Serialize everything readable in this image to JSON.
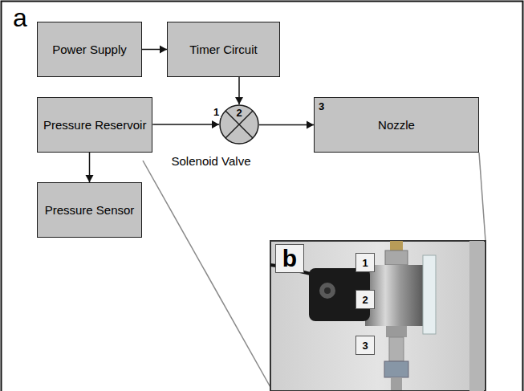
{
  "diagram": {
    "nodes": [
      {
        "text": [
          "Power Supply"
        ]
      },
      {
        "text": [
          "Timer Circuit"
        ]
      },
      {
        "text": [
          "Pressure Reservoir"
        ]
      },
      {
        "text": [
          "2",
          "Solenoid Valve"
        ]
      },
      {
        "text": [
          "3",
          "Nozzle"
        ]
      },
      {
        "text": [
          "Pressure Sensor"
        ]
      }
    ],
    "edges": [
      {
        "from": 0,
        "to": 1,
        "arrow": "to"
      },
      {
        "from": 1,
        "to": 3,
        "arrow": "to"
      },
      {
        "from": 2,
        "to": 3,
        "label": "1",
        "arrow": "to"
      },
      {
        "from": 3,
        "to": 4,
        "arrow": "to"
      },
      {
        "from": 2,
        "to": 5,
        "arrow": "to"
      }
    ],
    "labels": [
      "a",
      "b",
      "1",
      "2",
      "3"
    ]
  }
}
